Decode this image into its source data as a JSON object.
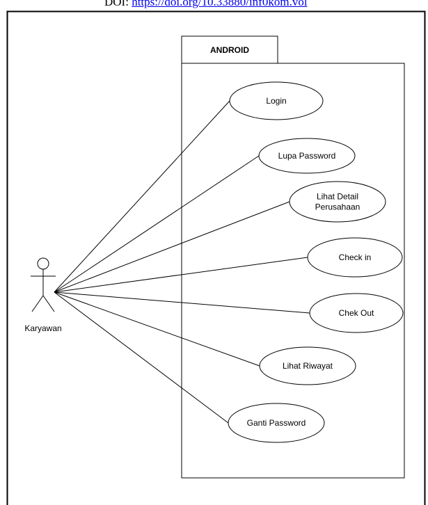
{
  "header": {
    "doi_prefix": "DOI:",
    "doi_link": "https://doi.org/10.33880/inf0kom.vol"
  },
  "system": {
    "name": "ANDROID"
  },
  "actor": {
    "name": "Karyawan"
  },
  "use_cases": [
    {
      "lines": [
        "Login"
      ]
    },
    {
      "lines": [
        "Lupa Password"
      ]
    },
    {
      "lines": [
        "Lihat Detail",
        "Perusahaan"
      ]
    },
    {
      "lines": [
        "Check in"
      ]
    },
    {
      "lines": [
        "Chek Out"
      ]
    },
    {
      "lines": [
        "Lihat Riwayat"
      ]
    },
    {
      "lines": [
        "Ganti Password"
      ]
    }
  ]
}
